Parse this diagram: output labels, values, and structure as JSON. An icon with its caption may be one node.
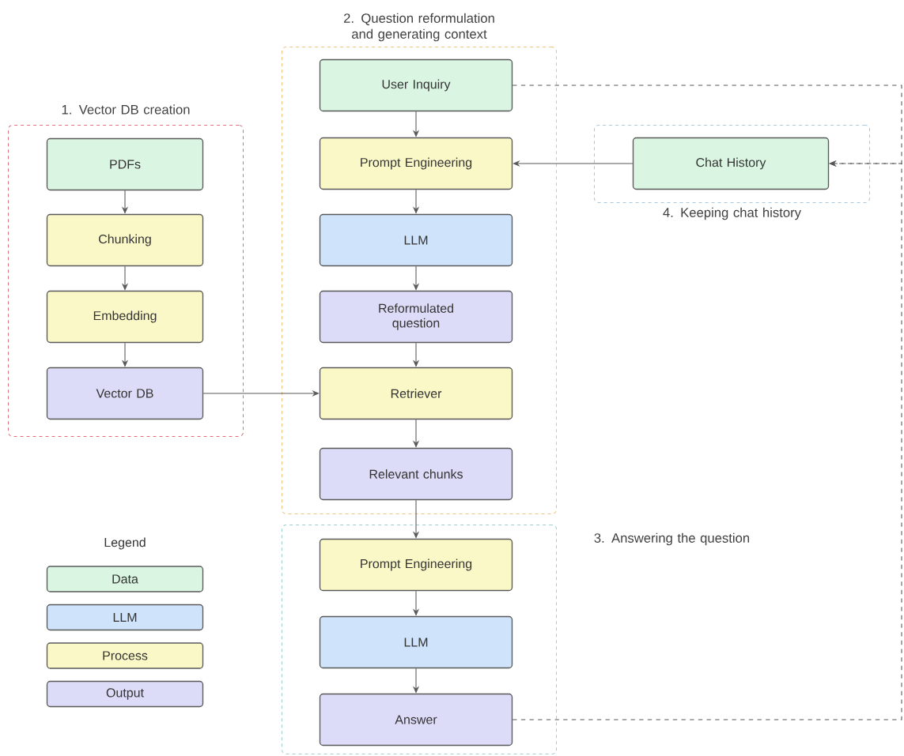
{
  "diagram": {
    "nodes": [
      {
        "text": [
          "1. Vector DB creation"
        ]
      },
      {
        "text": [
          "PDFs"
        ],
        "in": 0
      },
      {
        "text": [
          "Chunking"
        ],
        "in": 0
      },
      {
        "text": [
          "Embedding"
        ],
        "in": 0
      },
      {
        "text": [
          "Vector DB"
        ],
        "in": 0
      },
      {
        "text": [
          "2. Question reformulation and generating context"
        ]
      },
      {
        "text": [
          "User Inquiry"
        ],
        "in": 5
      },
      {
        "text": [
          "Prompt Engineering"
        ],
        "in": 5
      },
      {
        "text": [
          "LLM"
        ],
        "in": 5
      },
      {
        "text": [
          "Reformulated question"
        ],
        "in": 5
      },
      {
        "text": [
          "Retriever"
        ],
        "in": 5
      },
      {
        "text": [
          "Relevant chunks"
        ],
        "in": 5
      },
      {
        "text": [
          "4. Keeping chat history"
        ]
      },
      {
        "text": [
          "Chat History"
        ],
        "in": 12
      },
      {
        "text": [
          "3. Answering the question"
        ]
      },
      {
        "text": [
          "Prompt Engineering"
        ],
        "in": 14
      },
      {
        "text": [
          "LLM"
        ],
        "in": 14
      },
      {
        "text": [
          "Answer"
        ],
        "in": 14
      }
    ],
    "edges": [
      {
        "from": 1,
        "to": 2,
        "arrow": "to"
      },
      {
        "from": 2,
        "to": 3,
        "arrow": "to"
      },
      {
        "from": 3,
        "to": 4,
        "arrow": "to"
      },
      {
        "from": 4,
        "to": 10,
        "arrow": "to"
      },
      {
        "from": 6,
        "to": 7,
        "arrow": "to"
      },
      {
        "from": 7,
        "to": 8,
        "arrow": "to"
      },
      {
        "from": 8,
        "to": 9,
        "arrow": "to"
      },
      {
        "from": 9,
        "to": 10,
        "arrow": "to"
      },
      {
        "from": 10,
        "to": 11,
        "arrow": "to"
      },
      {
        "from": 11,
        "to": 15,
        "arrow": "to"
      },
      {
        "from": 15,
        "to": 16,
        "arrow": "to"
      },
      {
        "from": 16,
        "to": 17,
        "arrow": "to"
      },
      {
        "from": 13,
        "to": 7,
        "arrow": "to"
      },
      {
        "from": 6,
        "to": 13,
        "arrow": "to",
        "style": "dashed"
      },
      {
        "from": 17,
        "to": 13,
        "arrow": "to",
        "style": "dashed"
      }
    ],
    "labels": [
      "Legend"
    ],
    "legend": [
      {
        "text": "Data",
        "color": "#daf5e1"
      },
      {
        "text": "LLM",
        "color": "#cfe3fb"
      },
      {
        "text": "Process",
        "color": "#fbf8c8"
      },
      {
        "text": "Output",
        "color": "#dddcf8"
      }
    ]
  }
}
